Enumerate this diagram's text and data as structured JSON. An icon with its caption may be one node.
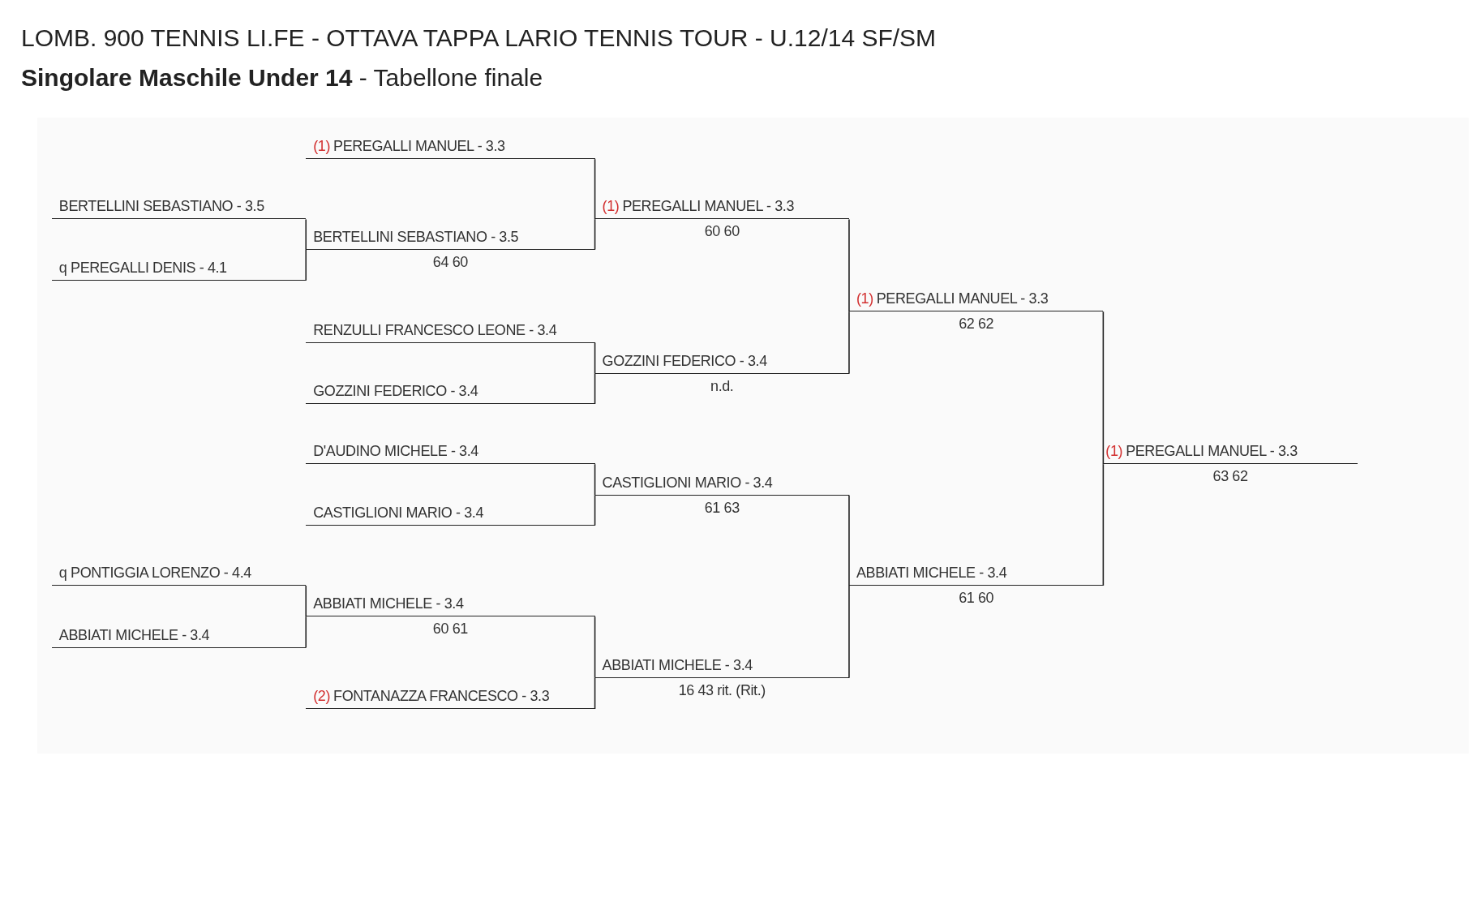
{
  "diagram": {
    "title": "LOMB. 900 TENNIS LI.FE - OTTAVA TAPPA LARIO TENNIS TOUR - U.12/14 SF/SM",
    "caption": "**Singolare Maschile Under 14** - Tabellone finale",
    "nodes": [
      {
        "text": [
          "BERTELLINI SEBASTIANO - 3.5"
        ]
      },
      {
        "text": [
          "q  PEREGALLI DENIS - 4.1"
        ]
      },
      {
        "text": [
          "q  PONTIGGIA LORENZO - 4.4"
        ]
      },
      {
        "text": [
          "ABBIATI MICHELE - 3.4"
        ]
      },
      {
        "text": [
          "(1)",
          "PEREGALLI MANUEL - 3.3"
        ]
      },
      {
        "text": [
          "BERTELLINI SEBASTIANO - 3.5"
        ],
        "beside": [
          "64 60"
        ]
      },
      {
        "text": [
          "RENZULLI FRANCESCO LEONE - 3.4"
        ]
      },
      {
        "text": [
          "GOZZINI FEDERICO - 3.4"
        ]
      },
      {
        "text": [
          "D'AUDINO MICHELE - 3.4"
        ]
      },
      {
        "text": [
          "CASTIGLIONI MARIO - 3.4"
        ]
      },
      {
        "text": [
          "ABBIATI MICHELE - 3.4"
        ],
        "beside": [
          "60 61"
        ]
      },
      {
        "text": [
          "(2)",
          "FONTANAZZA FRANCESCO - 3.3"
        ]
      },
      {
        "text": [
          "(1)",
          "PEREGALLI MANUEL - 3.3"
        ],
        "beside": [
          "60 60"
        ]
      },
      {
        "text": [
          "GOZZINI FEDERICO - 3.4"
        ],
        "beside": [
          "n.d."
        ]
      },
      {
        "text": [
          "CASTIGLIONI MARIO - 3.4"
        ],
        "beside": [
          "61 63"
        ]
      },
      {
        "text": [
          "ABBIATI MICHELE - 3.4"
        ],
        "beside": [
          "16 43 rit. (Rit.)"
        ]
      },
      {
        "text": [
          "(1)",
          "PEREGALLI MANUEL - 3.3"
        ],
        "beside": [
          "62 62"
        ]
      },
      {
        "text": [
          "ABBIATI MICHELE - 3.4"
        ],
        "beside": [
          "61 60"
        ]
      },
      {
        "text": [
          "(1)",
          "PEREGALLI MANUEL - 3.3"
        ],
        "beside": [
          "63 62"
        ]
      }
    ],
    "edges": [
      {
        "from": 0,
        "to": 5,
        "arrow": "none"
      },
      {
        "from": 1,
        "to": 5,
        "arrow": "none"
      },
      {
        "from": 2,
        "to": 10,
        "arrow": "none"
      },
      {
        "from": 3,
        "to": 10,
        "arrow": "none"
      },
      {
        "from": 4,
        "to": 12,
        "arrow": "none"
      },
      {
        "from": 5,
        "to": 12,
        "arrow": "none"
      },
      {
        "from": 6,
        "to": 13,
        "arrow": "none"
      },
      {
        "from": 7,
        "to": 13,
        "arrow": "none"
      },
      {
        "from": 8,
        "to": 14,
        "arrow": "none"
      },
      {
        "from": 9,
        "to": 14,
        "arrow": "none"
      },
      {
        "from": 10,
        "to": 15,
        "arrow": "none"
      },
      {
        "from": 11,
        "to": 15,
        "arrow": "none"
      },
      {
        "from": 12,
        "to": 16,
        "arrow": "none"
      },
      {
        "from": 13,
        "to": 16,
        "arrow": "none"
      },
      {
        "from": 14,
        "to": 17,
        "arrow": "none"
      },
      {
        "from": 15,
        "to": 17,
        "arrow": "none"
      },
      {
        "from": 16,
        "to": 18,
        "arrow": "none"
      },
      {
        "from": 17,
        "to": 18,
        "arrow": "none"
      }
    ]
  }
}
